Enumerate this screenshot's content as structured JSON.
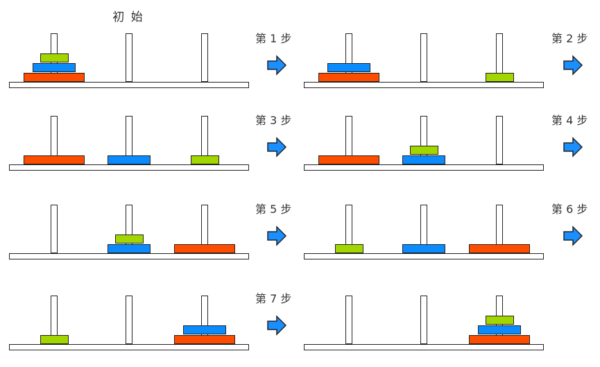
{
  "title": "初 始",
  "colors": {
    "large": "#ff4d00",
    "medium": "#0a8cff",
    "small": "#a2d600",
    "arrow": "#1a8fff",
    "outline": "#222222"
  },
  "states": [
    {
      "name": "initial",
      "pegs": [
        [
          "large",
          "medium",
          "small"
        ],
        [],
        []
      ]
    },
    {
      "name": "after-step-1",
      "pegs": [
        [
          "large",
          "medium"
        ],
        [],
        [
          "small"
        ]
      ]
    },
    {
      "name": "after-step-2",
      "pegs": [
        [
          "large"
        ],
        [
          "medium"
        ],
        [
          "small"
        ]
      ]
    },
    {
      "name": "after-step-3",
      "pegs": [
        [
          "large"
        ],
        [
          "medium",
          "small"
        ],
        []
      ]
    },
    {
      "name": "after-step-4",
      "pegs": [
        [],
        [
          "medium",
          "small"
        ],
        [
          "large"
        ]
      ]
    },
    {
      "name": "after-step-5",
      "pegs": [
        [
          "small"
        ],
        [
          "medium"
        ],
        [
          "large"
        ]
      ]
    },
    {
      "name": "after-step-6",
      "pegs": [
        [
          "small"
        ],
        [],
        [
          "large",
          "medium"
        ]
      ]
    },
    {
      "name": "after-step-7",
      "pegs": [
        [],
        [],
        [
          "large",
          "medium",
          "small"
        ]
      ]
    }
  ],
  "steps": [
    {
      "label": "第 1 步"
    },
    {
      "label": "第 2 步"
    },
    {
      "label": "第 3 步"
    },
    {
      "label": "第 4 步"
    },
    {
      "label": "第 5 步"
    },
    {
      "label": "第 6 步"
    },
    {
      "label": "第 7 步"
    }
  ]
}
